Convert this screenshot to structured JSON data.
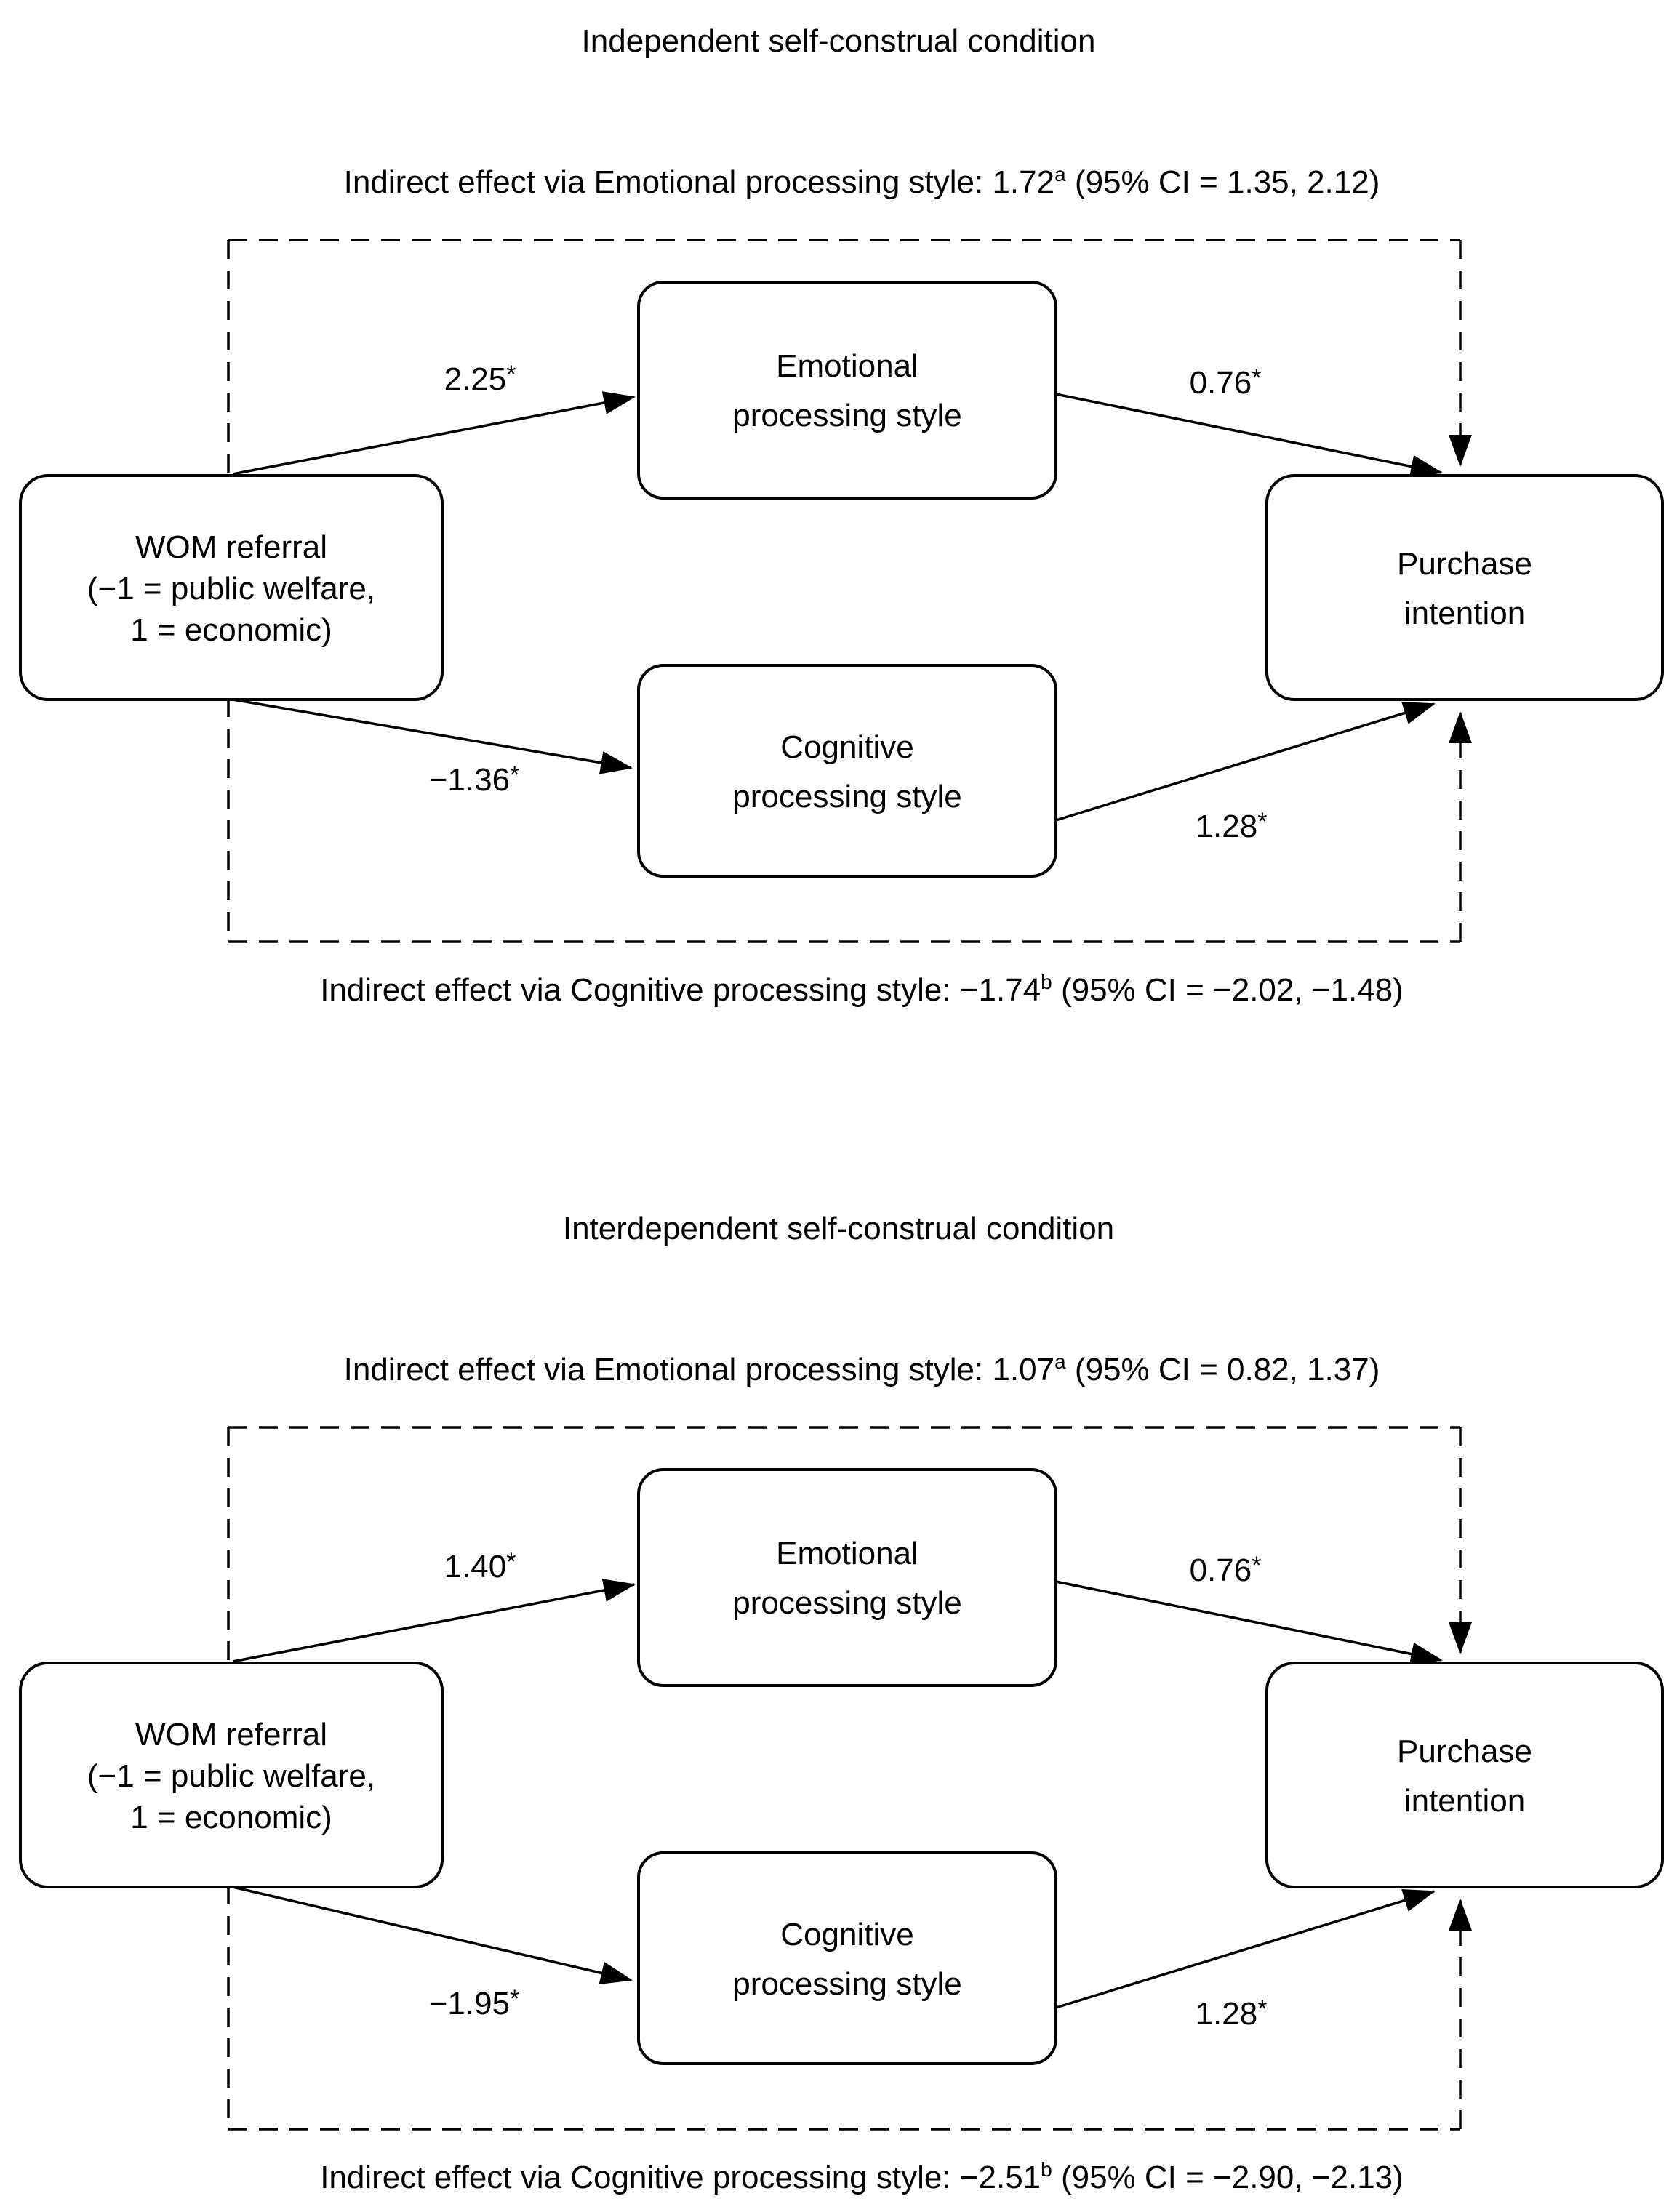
{
  "figure": {
    "background": "#ffffff",
    "line_color": "#000000"
  },
  "panels": [
    {
      "title": "Independent self-construal condition",
      "indirect_effect_top": {
        "prefix": "Indirect effect via Emotional processing style: 1.72",
        "sup": "a",
        "suffix": " (95% CI = 1.35, 2.12)"
      },
      "indirect_effect_bottom": {
        "prefix": "Indirect effect via Cognitive processing style: −1.74",
        "sup": "b",
        "suffix": " (95% CI = −2.02, −1.48)"
      },
      "boxes": {
        "wom": {
          "line1": "WOM referral",
          "line2": "(−1 = public welfare,",
          "line3": "1 = economic)"
        },
        "emotional": {
          "line1": "Emotional",
          "line2": "processing style"
        },
        "cognitive": {
          "line1": "Cognitive",
          "line2": "processing style"
        },
        "purchase": {
          "line1": "Purchase",
          "line2": "intention"
        }
      },
      "coefficients": {
        "wom_emotional": {
          "value": "2.25",
          "sig": "*"
        },
        "emotional_purchase": {
          "value": "0.76",
          "sig": "*"
        },
        "wom_cognitive": {
          "value": "−1.36",
          "sig": "*"
        },
        "cognitive_purchase": {
          "value": "1.28",
          "sig": "*"
        }
      }
    },
    {
      "title": "Interdependent self-construal condition",
      "indirect_effect_top": {
        "prefix": "Indirect effect via Emotional processing style: 1.07",
        "sup": "a",
        "suffix": " (95% CI = 0.82, 1.37)"
      },
      "indirect_effect_bottom": {
        "prefix": "Indirect effect via Cognitive processing style: −2.51",
        "sup": "b",
        "suffix": " (95% CI = −2.90, −2.13)"
      },
      "boxes": {
        "wom": {
          "line1": "WOM referral",
          "line2": "(−1 = public welfare,",
          "line3": "1 = economic)"
        },
        "emotional": {
          "line1": "Emotional",
          "line2": "processing style"
        },
        "cognitive": {
          "line1": "Cognitive",
          "line2": "processing style"
        },
        "purchase": {
          "line1": "Purchase",
          "line2": "intention"
        }
      },
      "coefficients": {
        "wom_emotional": {
          "value": "1.40",
          "sig": "*"
        },
        "emotional_purchase": {
          "value": "0.76",
          "sig": "*"
        },
        "wom_cognitive": {
          "value": "−1.95",
          "sig": "*"
        },
        "cognitive_purchase": {
          "value": "1.28",
          "sig": "*"
        }
      }
    }
  ]
}
